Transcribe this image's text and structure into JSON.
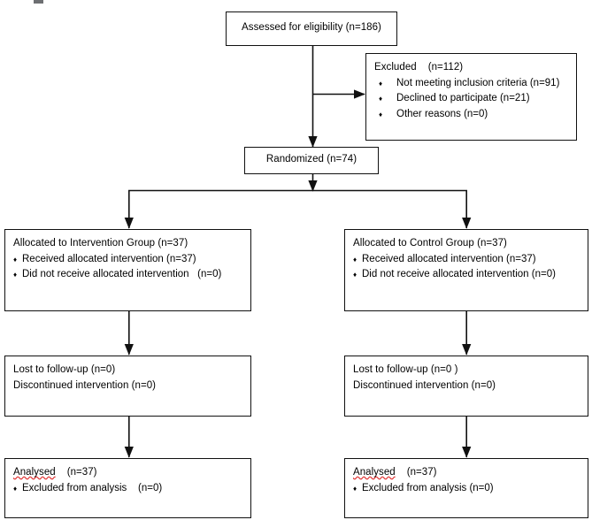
{
  "diagram": {
    "type": "consort-flow-diagram",
    "boxes": {
      "assessed": {
        "title": "Assessed for eligibility (n=186)"
      },
      "excluded": {
        "title": "Excluded    (n=112)",
        "bullets": [
          "Not meeting inclusion criteria (n=91)",
          "Declined to participate (n=21)",
          "Other reasons (n=0)"
        ]
      },
      "randomized": {
        "title": "Randomized (n=74)"
      },
      "allocation_left": {
        "title": "Allocated to Intervention Group (n=37)",
        "bullets": [
          "Received allocated intervention (n=37)",
          "Did not receive allocated intervention   (n=0)"
        ]
      },
      "allocation_right": {
        "title": "Allocated to Control Group (n=37)",
        "bullets": [
          "Received allocated intervention (n=37)",
          "Did not receive allocated intervention (n=0)"
        ]
      },
      "followup_left": {
        "line1": "Lost to follow-up (n=0)",
        "line2": "Discontinued intervention (n=0)"
      },
      "followup_right": {
        "line1": "Lost to follow-up (n=0 )",
        "line2": "Discontinued intervention (n=0)"
      },
      "analysis_left": {
        "title_word": "Analysed",
        "title_count": "    (n=37)",
        "bullets": [
          "Excluded from analysis    (n=0)"
        ]
      },
      "analysis_right": {
        "title_word": "Analysed",
        "title_count": "    (n=37)",
        "bullets": [
          "Excluded from analysis (n=0)"
        ]
      }
    },
    "colors": {
      "box_border": "#111111",
      "text": "#000000",
      "background": "#ffffff",
      "spellcheck_underline": "#e03030",
      "artifact": "#6d6f72"
    }
  }
}
